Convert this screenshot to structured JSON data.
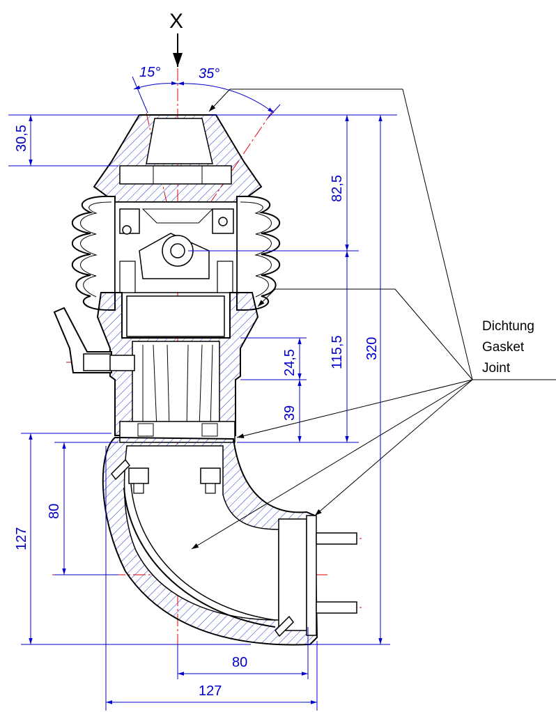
{
  "colors": {
    "outline": "#000000",
    "dimension": "#0000cc",
    "centerline": "#e00000",
    "hatch": "#2233cc"
  },
  "view_label": "X",
  "angles": {
    "left": "15°",
    "right": "35°"
  },
  "dimensions": {
    "d_30_5": "30,5",
    "d_82_5": "82,5",
    "d_115_5": "115,5",
    "d_320": "320",
    "d_24_5": "24,5",
    "d_39": "39",
    "d_80_v": "80",
    "d_127_v": "127",
    "d_80_h": "80",
    "d_127_h": "127"
  },
  "legend": {
    "line1": "Dichtung",
    "line2": "Gasket",
    "line3": "Joint"
  }
}
